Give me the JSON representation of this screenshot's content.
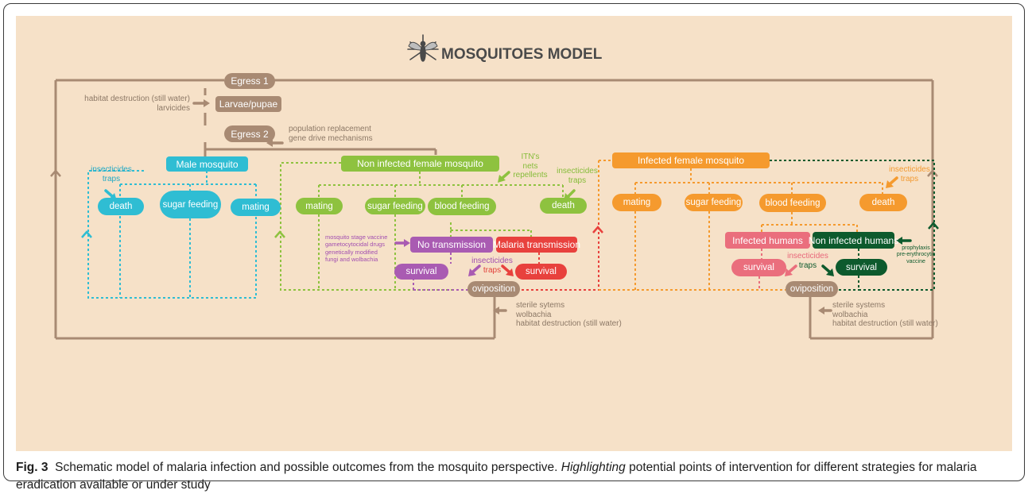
{
  "title": "MOSQUITOES MODEL",
  "nodes": {
    "egress1": "Egress 1",
    "larvae": "Larvae/pupae",
    "egress2": "Egress 2",
    "male": "Male mosquito",
    "noninfected": "Non infected female mosquito",
    "infected": "Infected female mosquito",
    "male_death": "death",
    "male_sugar": "sugar feeding",
    "male_mating": "mating",
    "ni_mating": "mating",
    "ni_sugar": "sugar feeding",
    "ni_blood": "blood feeding",
    "ni_death": "death",
    "no_transmission": "No transmission",
    "malaria_transmission": "Malaria transmission",
    "survival_purple": "survival",
    "survival_red": "survival",
    "oviposition_1": "oviposition",
    "if_mating": "mating",
    "if_sugar": "sugar feeding",
    "if_blood": "blood feeding",
    "if_death": "death",
    "infected_humans": "Infected humans",
    "noninfected_humans": "Non infected humans",
    "survival_pink": "survival",
    "survival_dgreen": "survival",
    "oviposition_2": "oviposition"
  },
  "interventions": {
    "larval_line1": "habitat destruction (still water)",
    "larval_line2": "larvicides",
    "egress2_line1": "population replacement",
    "egress2_line2": "gene drive mechanisms",
    "male_line1": "insecticides",
    "male_line2": "traps",
    "itn_line1": "ITN's",
    "itn_line2": "nets",
    "itn_line3": "repellents",
    "ni_death_line1": "insecticides",
    "ni_death_line2": "traps",
    "vaccine_line1": "mosquito stage vaccine",
    "vaccine_line2": "gametocytocidal drugs",
    "vaccine_line3": "genetically modified",
    "vaccine_line4": "fungi and wolbachia",
    "mid_line1": "insecticides",
    "mid_line2": "traps",
    "ovi1_line1": "sterile sytems",
    "ovi1_line2": "wolbachia",
    "ovi1_line3": "habitat destruction (still water)",
    "if_death_line1": "insecticides",
    "if_death_line2": "traps",
    "pink_line1": "insecticides",
    "pink_line2": "traps",
    "proph_line1": "prophylaxis",
    "proph_line2": "pre-erythrocytic",
    "proph_line3": "vaccine",
    "ovi2_line1": "sterile systems",
    "ovi2_line2": "wolbachia",
    "ovi2_line3": "habitat destruction (still water)"
  },
  "caption": {
    "label": "Fig. 3",
    "text_1": "Schematic model of malaria infection and possible outcomes from the mosquito perspective.",
    "italic": "Highlighting",
    "text_2": "potential points of intervention for different strategies for malaria eradication available or under study"
  },
  "colors": {
    "background": "#f6e1c8",
    "brown": "#a88a73",
    "male_cyan": "#2fbdd3",
    "noninfected_green": "#8ec23f",
    "infected_orange": "#f59a2e",
    "no_transmission_purple": "#a95bb2",
    "malaria_transmission_red": "#e8413d",
    "infected_humans_pink": "#ea6e7d",
    "noninfected_humans_dark_green": "#0d5a2d"
  }
}
